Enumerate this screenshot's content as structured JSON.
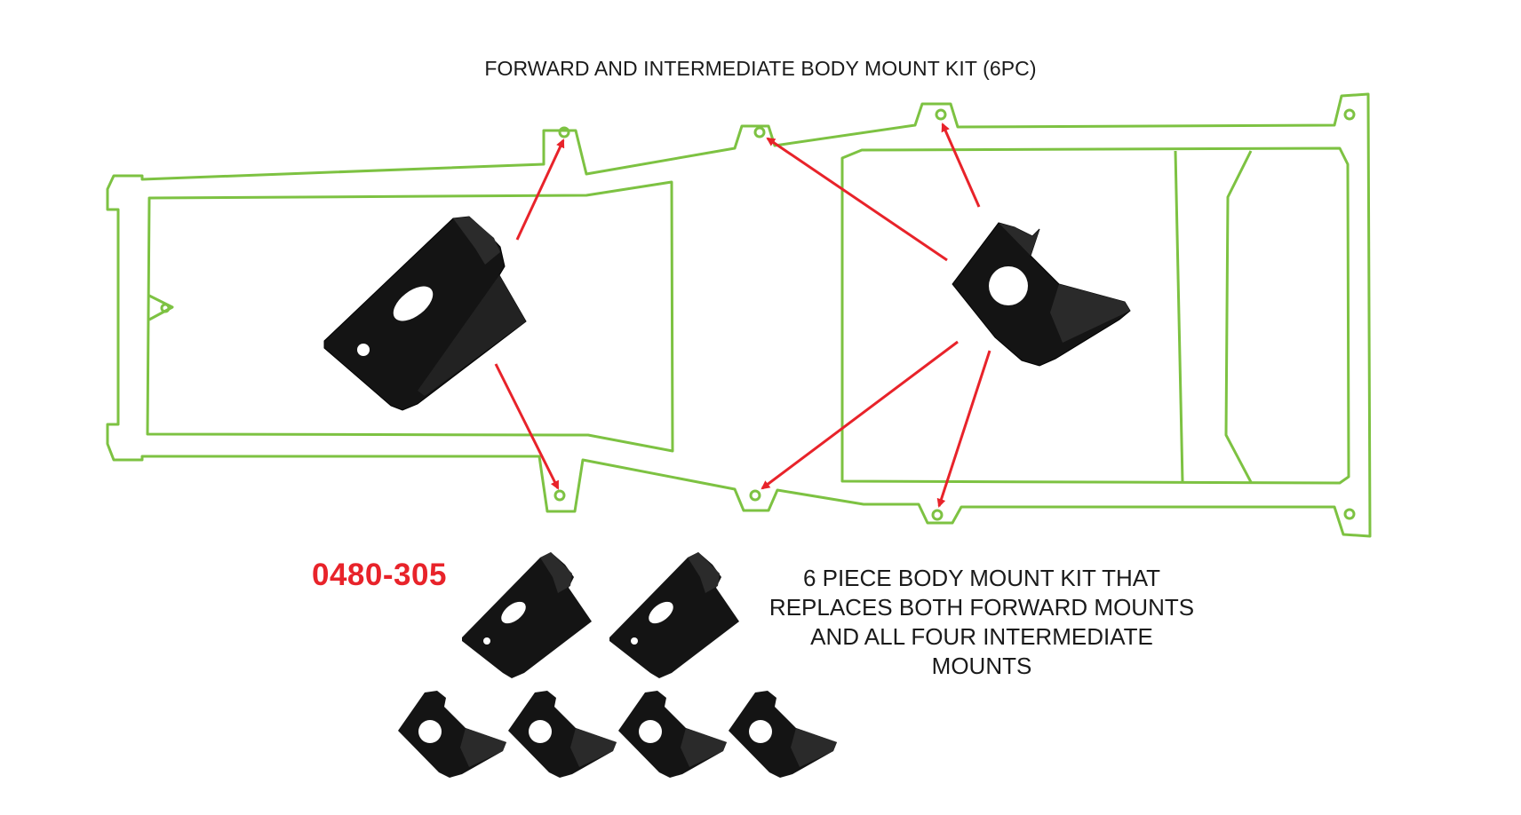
{
  "title": "FORWARD AND INTERMEDIATE BODY MOUNT KIT (6PC)",
  "part_number": "0480-305",
  "description_lines": [
    "6 PIECE BODY MOUNT KIT THAT",
    "REPLACES BOTH FORWARD MOUNTS",
    "AND ALL FOUR INTERMEDIATE",
    "MOUNTS"
  ],
  "colors": {
    "frame_outline": "#7dc242",
    "arrow": "#e8232a",
    "bracket": "#111111",
    "part_number": "#e8232a",
    "text": "#1a1a1a"
  }
}
